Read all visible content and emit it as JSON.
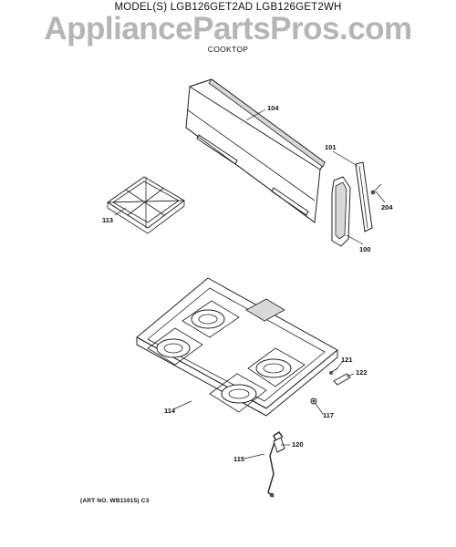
{
  "header": {
    "title": "MODEL(S) LGB126GET2AD  LGB126GET2WH",
    "watermark": "AppliancePartsPros.com",
    "section": "COOKTOP"
  },
  "footer": {
    "art_number": "(ART NO. WB11615) C3"
  },
  "parts": {
    "p104": "104",
    "p101": "101",
    "p204": "204",
    "p113": "113",
    "p100": "100",
    "p121": "121",
    "p122": "122",
    "p114": "114",
    "p117": "117",
    "p120": "120",
    "p115": "115"
  }
}
